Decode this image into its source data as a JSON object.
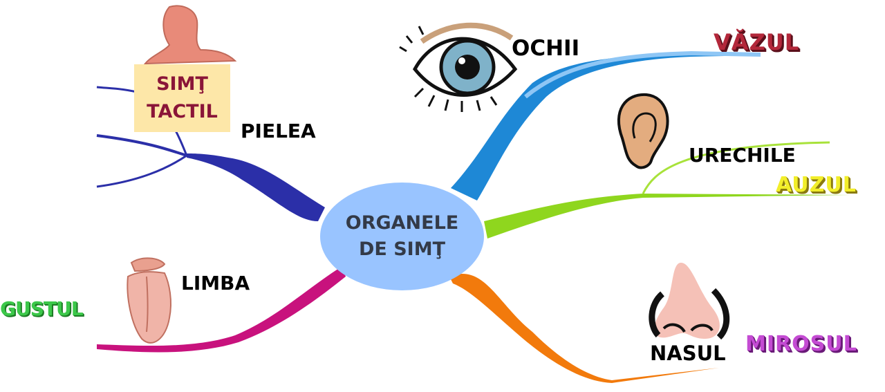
{
  "center": {
    "line1": "ORGANELE",
    "line2": "DE SIMŢ"
  },
  "branches": {
    "eyes": {
      "organ": "OCHII",
      "sense": "VĂZUL",
      "color": "#1e88d6",
      "sense_color": "#b3273a"
    },
    "ears": {
      "organ": "URECHILE",
      "sense": "AUZUL",
      "color": "#8fd61e",
      "sense_color": "#f2ee2a"
    },
    "nose": {
      "organ": "NASUL",
      "sense": "MIROSUL",
      "color": "#f27a0c",
      "sense_color": "#c44bd3"
    },
    "tongue": {
      "organ": "LIMBA",
      "sense": "GUSTUL",
      "color": "#c8127d",
      "sense_color": "#3cc84a"
    },
    "skin": {
      "organ": "PIELEA",
      "sense_line1": "SIMŢ",
      "sense_line2": "TACTIL",
      "color": "#2b2fa8",
      "sense_color": "#8a1538"
    }
  },
  "icons": [
    "eye-icon",
    "ear-icon",
    "nose-icon",
    "tongue-icon",
    "person-icon"
  ]
}
